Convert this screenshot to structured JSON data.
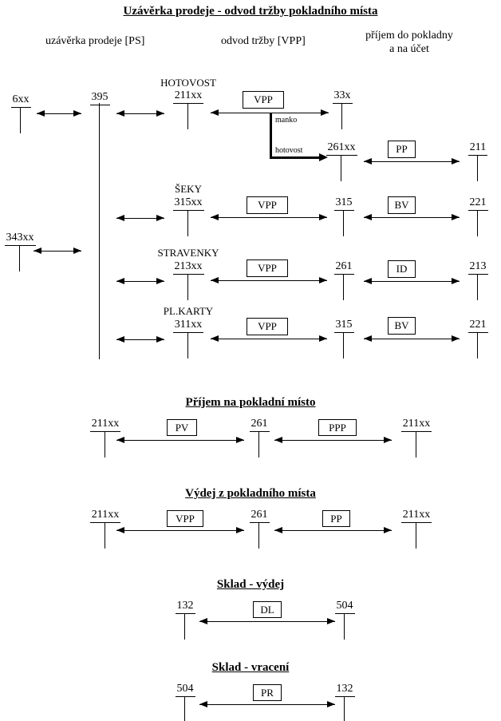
{
  "title": "Uzávěrka prodeje - odvod tržby pokladního místa",
  "column_headers": {
    "left": "uzávěrka prodeje [PS]",
    "middle": "odvod tržby [VPP]",
    "right_line1": "příjem do pokladny",
    "right_line2": "a na účet"
  },
  "closing": {
    "acct_6xx": "6xx",
    "acct_343xx": "343xx",
    "acct_395": "395",
    "rows": [
      {
        "group": "HOTOVOST",
        "acct": "211xx",
        "doc": "VPP",
        "target": "33x",
        "branch_manko": "manko",
        "branch_hotovost": "hotovost",
        "cash_acct": "261xx",
        "doc2": "PP",
        "bank_acct": "211"
      },
      {
        "group": "ŠEKY",
        "acct": "315xx",
        "doc": "VPP",
        "target": "315",
        "doc2": "BV",
        "bank_acct": "221"
      },
      {
        "group": "STRAVENKY",
        "acct": "213xx",
        "doc": "VPP",
        "target": "261",
        "doc2": "ID",
        "bank_acct": "213"
      },
      {
        "group": "PL.KARTY",
        "acct": "311xx",
        "doc": "VPP",
        "target": "315",
        "doc2": "BV",
        "bank_acct": "221"
      }
    ]
  },
  "prijem": {
    "title": "Příjem na pokladní místo",
    "left_acct": "211xx",
    "doc1": "PV",
    "mid_acct": "261",
    "doc2": "PPP",
    "right_acct": "211xx"
  },
  "vydej": {
    "title": "Výdej z pokladního místa",
    "left_acct": "211xx",
    "doc1": "VPP",
    "mid_acct": "261",
    "doc2": "PP",
    "right_acct": "211xx"
  },
  "sklad_vydej": {
    "title": "Sklad - výdej",
    "left_acct": "132",
    "doc": "DL",
    "right_acct": "504"
  },
  "sklad_vraceni": {
    "title": "Sklad - vracení",
    "left_acct": "504",
    "doc": "PR",
    "right_acct": "132"
  }
}
